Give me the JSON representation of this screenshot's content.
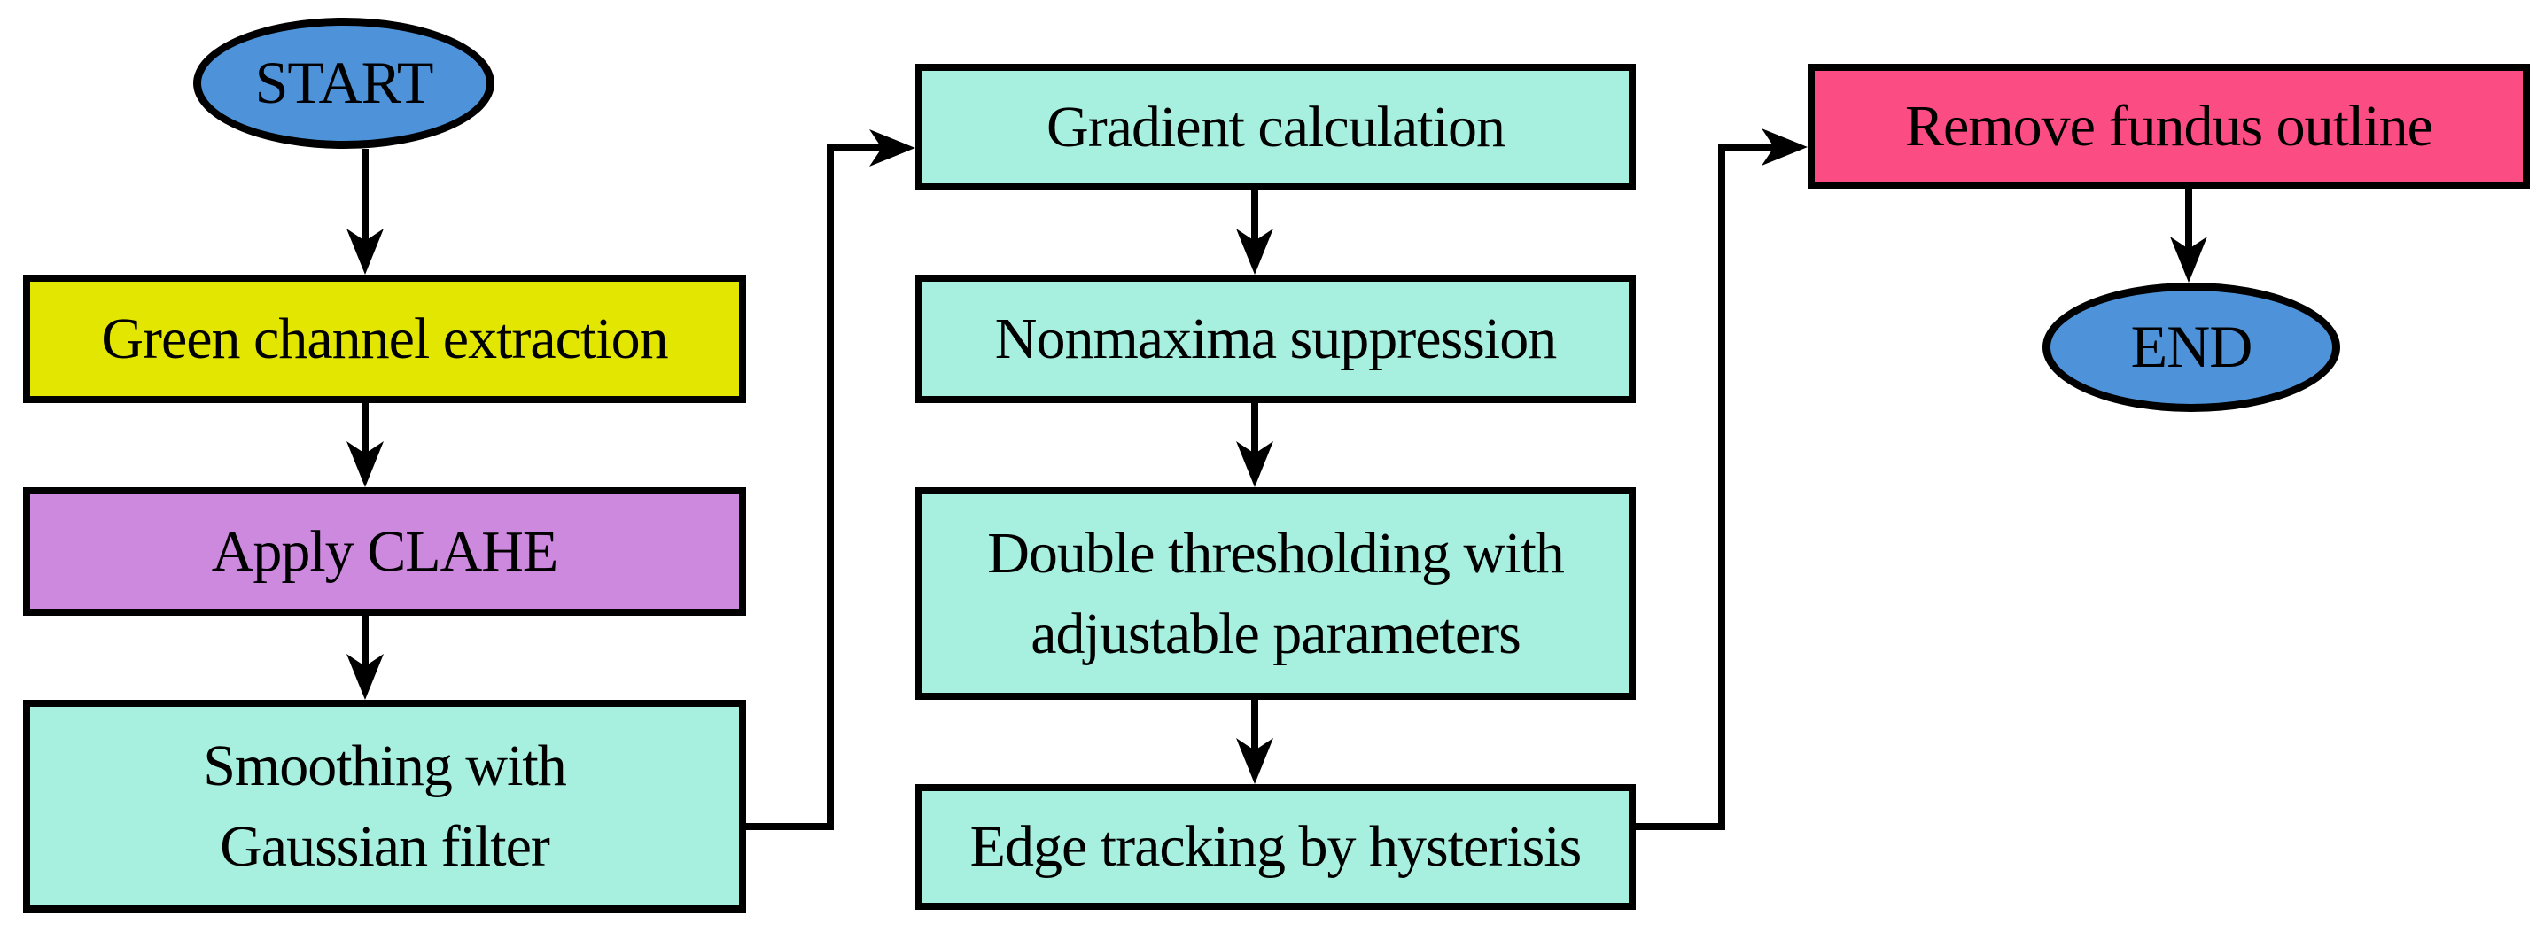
{
  "diagram": {
    "type": "flowchart",
    "background": "#ffffff",
    "stroke_color": "#000000",
    "text_color": "#000000",
    "nodes": {
      "start": {
        "label": "START",
        "shape": "ellipse",
        "fill": "#4e93d9"
      },
      "green_channel": {
        "label": "Green channel extraction",
        "shape": "rect",
        "fill": "#e2e600"
      },
      "apply_clahe": {
        "label": "Apply CLAHE",
        "shape": "rect",
        "fill": "#cd89de"
      },
      "smoothing": {
        "line1": "Smoothing with",
        "line2": "Gaussian filter",
        "shape": "rect",
        "fill": "#a7efde"
      },
      "gradient": {
        "label": "Gradient calculation",
        "shape": "rect",
        "fill": "#a7efde"
      },
      "nonmaxima": {
        "label": "Nonmaxima suppression",
        "shape": "rect",
        "fill": "#a7efde"
      },
      "double_threshold": {
        "line1": "Double thresholding with",
        "line2": "adjustable parameters",
        "shape": "rect",
        "fill": "#a7efde"
      },
      "edge_tracking": {
        "label": "Edge tracking by hysterisis",
        "shape": "rect",
        "fill": "#a7efde"
      },
      "remove_fundus": {
        "label": "Remove fundus outline",
        "shape": "rect",
        "fill": "#fb4d84"
      },
      "end": {
        "label": "END",
        "shape": "ellipse",
        "fill": "#4e93d9"
      }
    },
    "edges": [
      {
        "from": "start",
        "to": "green_channel"
      },
      {
        "from": "green_channel",
        "to": "apply_clahe"
      },
      {
        "from": "apply_clahe",
        "to": "smoothing"
      },
      {
        "from": "smoothing",
        "to": "gradient",
        "style": "elbow"
      },
      {
        "from": "gradient",
        "to": "nonmaxima"
      },
      {
        "from": "nonmaxima",
        "to": "double_threshold"
      },
      {
        "from": "double_threshold",
        "to": "edge_tracking"
      },
      {
        "from": "edge_tracking",
        "to": "remove_fundus",
        "style": "elbow"
      },
      {
        "from": "remove_fundus",
        "to": "end"
      }
    ]
  }
}
